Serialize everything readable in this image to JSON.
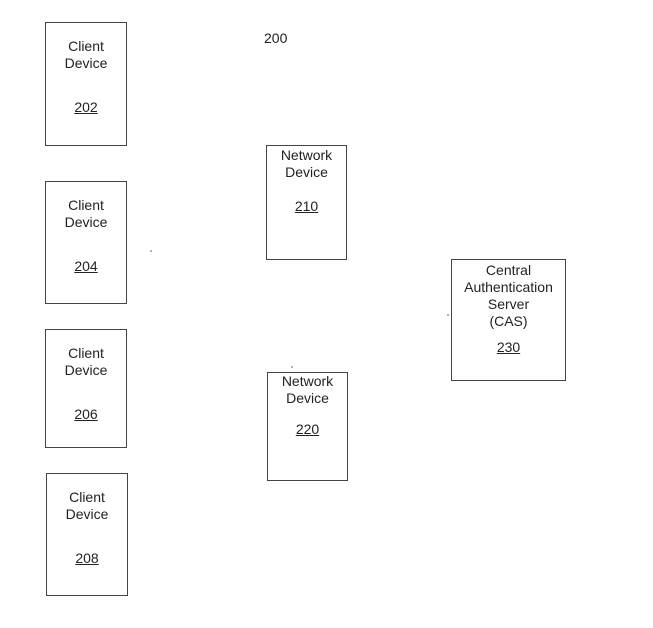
{
  "figure": {
    "number": "200",
    "client_label": "Client\nDevice",
    "network_label": "Network\nDevice",
    "cas_label": "Central\nAuthentication\nServer\n(CAS)"
  },
  "clients": [
    {
      "ref": "202"
    },
    {
      "ref": "204"
    },
    {
      "ref": "206"
    },
    {
      "ref": "208"
    }
  ],
  "network_devices": [
    {
      "ref": "210"
    },
    {
      "ref": "220"
    }
  ],
  "cas": {
    "ref": "230"
  }
}
